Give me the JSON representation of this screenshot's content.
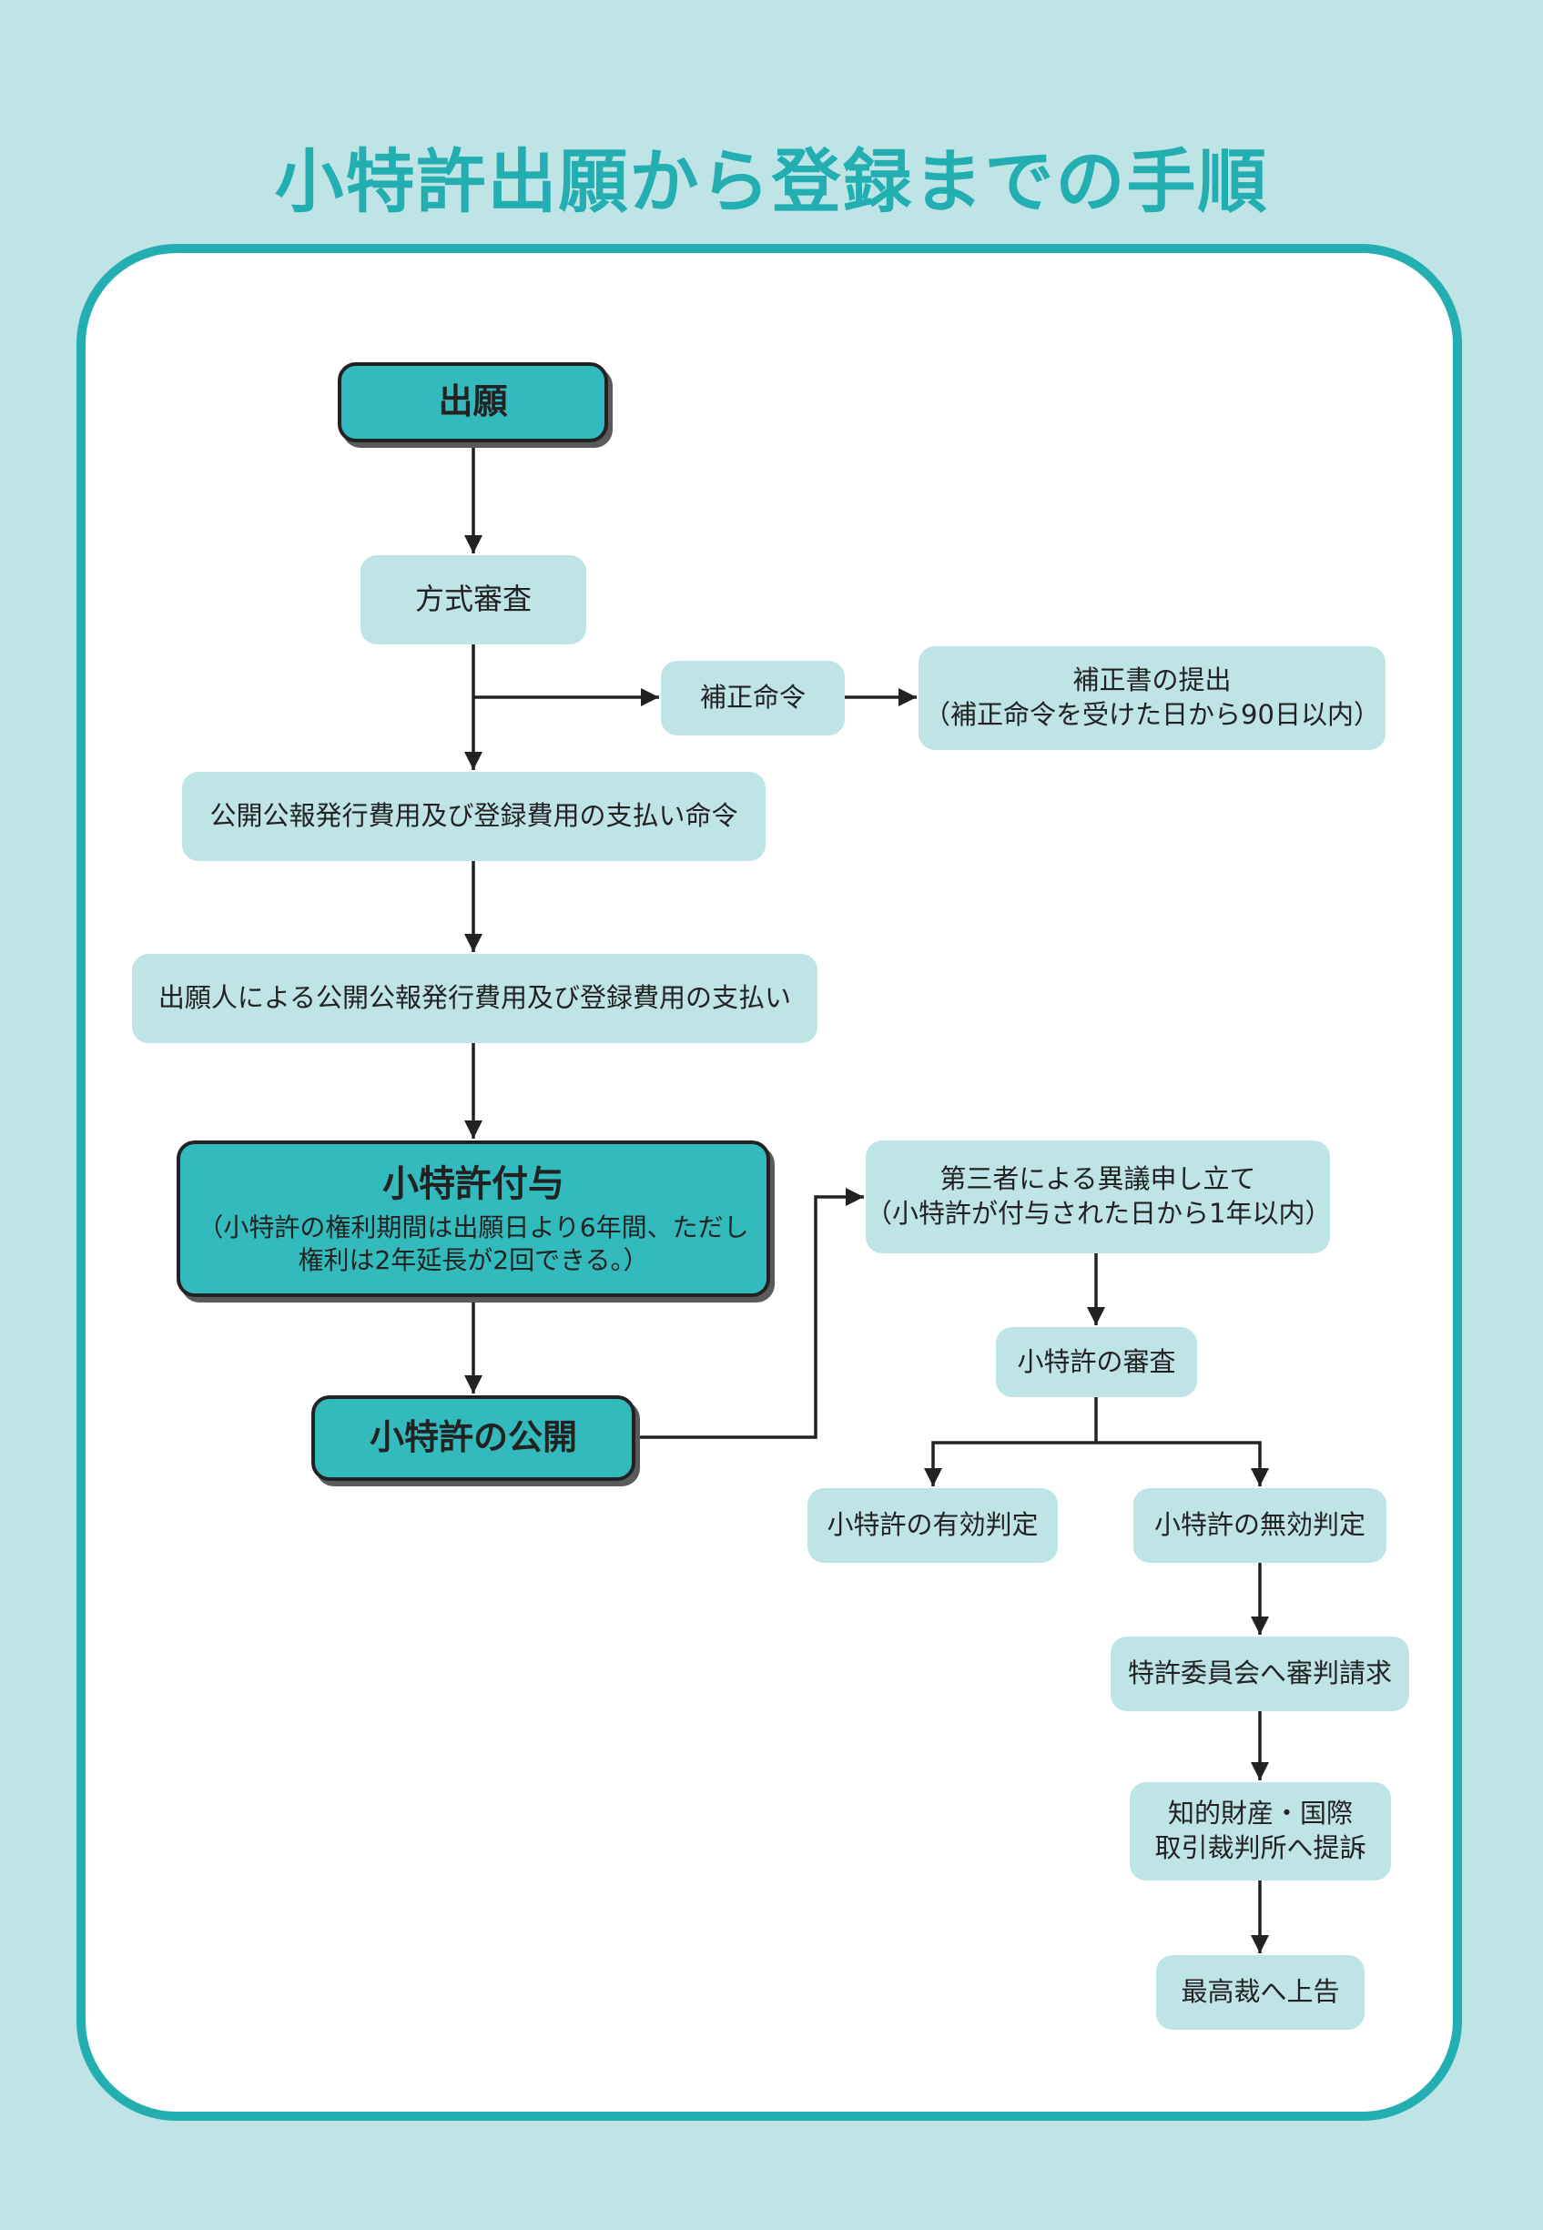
{
  "title": "小特許出願から登録までの手順",
  "nodes": {
    "application": "出願",
    "formality_exam": "方式審査",
    "amend_order": "補正命令",
    "amend_submit_line1": "補正書の提出",
    "amend_submit_line2": "（補正命令を受けた日から90日以内）",
    "payment_order": "公開公報発行費用及び登録費用の支払い命令",
    "payment": "出願人による公開公報発行費用及び登録費用の支払い",
    "grant_title": "小特許付与",
    "grant_note_line1": "（小特許の権利期間は出願日より6年間、ただし",
    "grant_note_line2": "権利は2年延長が2回できる。）",
    "publication": "小特許の公開",
    "opposition_line1": "第三者による異議申し立て",
    "opposition_line2": "（小特許が付与された日から1年以内）",
    "review": "小特許の審査",
    "valid": "小特許の有効判定",
    "invalid": "小特許の無効判定",
    "appeal_committee": "特許委員会へ審判請求",
    "ip_court_line1": "知的財産・国際",
    "ip_court_line2": "取引裁判所へ提訴",
    "supreme_court": "最高裁へ上告"
  },
  "colors": {
    "background": "#bfe4e6",
    "accent": "#23aeb1",
    "main_box": "#33babd",
    "light_box": "#bfe4e6",
    "line": "#222222"
  }
}
